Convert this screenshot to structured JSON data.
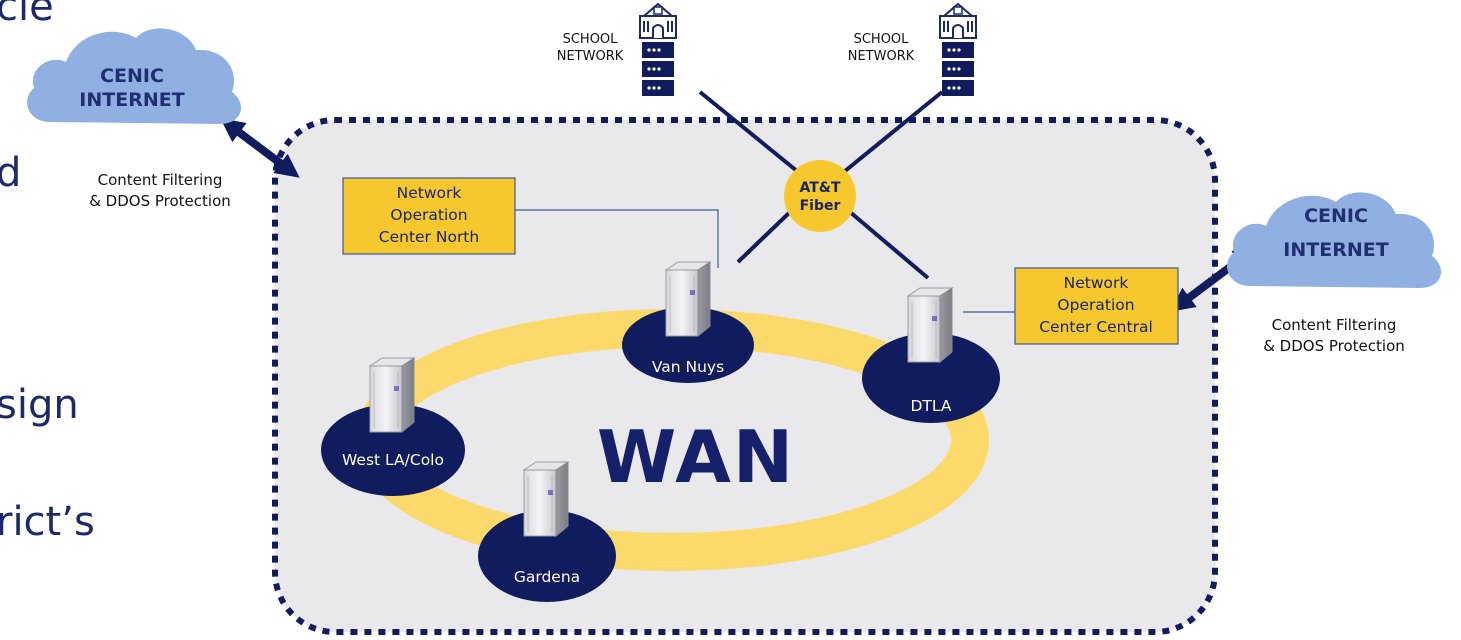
{
  "side_text": [
    "cle",
    "d",
    "sign",
    "rict’s"
  ],
  "internet_left": {
    "line1": "CENIC",
    "line2": "INTERNET",
    "caption1": "Content Filtering",
    "caption2": "& DDOS Protection"
  },
  "internet_right": {
    "line1": "CENIC",
    "line2": "INTERNET",
    "caption1": "Content Filtering",
    "caption2": "& DDOS Protection"
  },
  "school_left": {
    "line1": "SCHOOL",
    "line2": "NETWORK"
  },
  "school_right": {
    "line1": "SCHOOL",
    "line2": "NETWORK"
  },
  "fiber": {
    "line1": "AT&T",
    "line2": "Fiber"
  },
  "noc_north": {
    "line1": "Network",
    "line2": "Operation",
    "line3": "Center North"
  },
  "noc_central": {
    "line1": "Network",
    "line2": "Operation",
    "line3": "Center Central"
  },
  "sites": {
    "van_nuys": "Van Nuys",
    "dtla": "DTLA",
    "west_la": "West LA/Colo",
    "gardena": "Gardena"
  },
  "wan_label": "WAN",
  "colors": {
    "navy": "#101c5e",
    "cloud": "#8fb0e0",
    "yellow": "#f7c82d",
    "ring": "#fbd96a",
    "panel": "#e9e9ec"
  },
  "icons": [
    "cloud-icon",
    "school-building-icon",
    "server-rack-icon",
    "server-tower-icon",
    "double-arrow-icon"
  ]
}
